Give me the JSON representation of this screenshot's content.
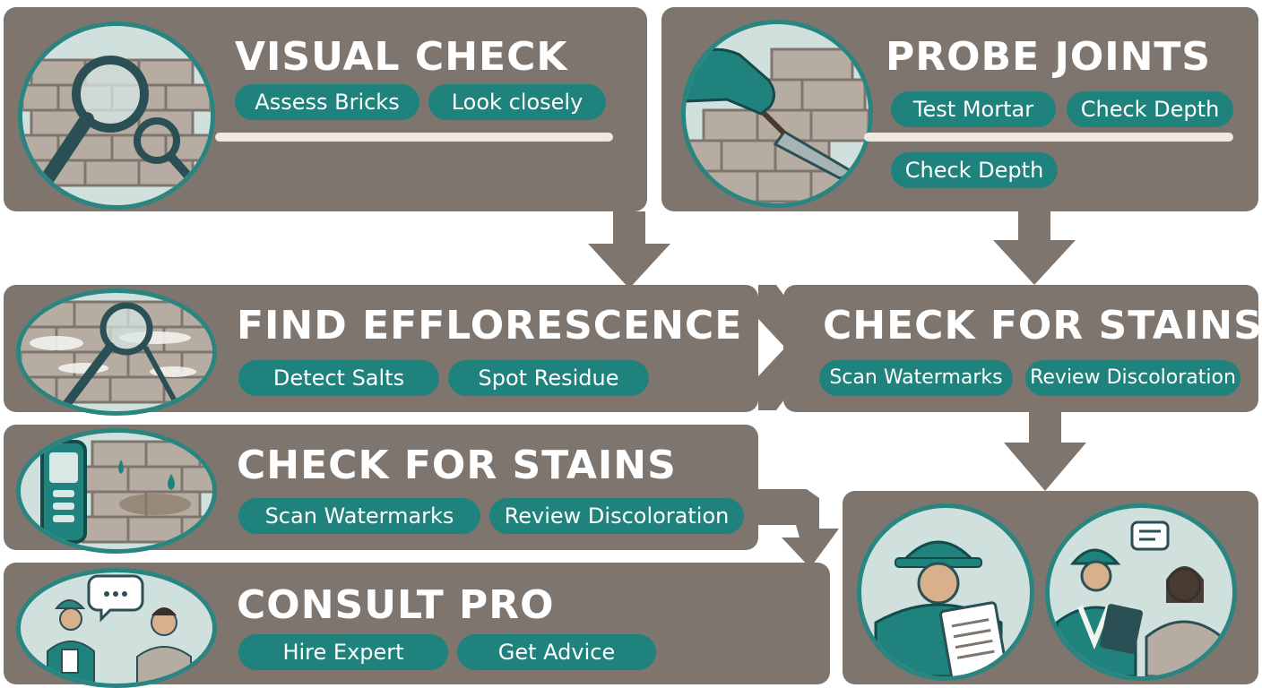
{
  "steps": {
    "visual_check": {
      "title": "VISUAL CHECK",
      "tags": [
        "Assess Bricks",
        "Look closely"
      ]
    },
    "probe_joints": {
      "title": "PROBE JOINTS",
      "tags": [
        "Test Mortar",
        "Check Depth",
        "Check Depth"
      ]
    },
    "find_efflorescence": {
      "title": "FIND EFFLORESCENCE",
      "tags": [
        "Detect Salts",
        "Spot Residue"
      ]
    },
    "check_stains_right": {
      "title": "CHECK FOR STAINS",
      "tags": [
        "Scan Watermarks",
        "Review Discoloration"
      ]
    },
    "check_stains_left": {
      "title": "CHECK FOR STAINS",
      "tags": [
        "Scan Watermarks",
        "Review Discoloration"
      ]
    },
    "consult_pro": {
      "title": "CONSULT PRO",
      "tags": [
        "Hire Expert",
        "Get Advice"
      ]
    }
  },
  "icons": {
    "visual_check": "magnifier-brick-wall-icon",
    "probe_joints": "gloved-hand-trowel-icon",
    "find_efflorescence": "magnifier-salt-deposit-icon",
    "check_stains": "moisture-meter-icon",
    "consult_pro": "consultation-people-icon",
    "final": "inspector-with-clipboard-icon"
  },
  "colors": {
    "panel": "#7e766e",
    "accent": "#1f827c",
    "circle_bg": "#cfe0dd",
    "arrow": "#7e766e"
  }
}
